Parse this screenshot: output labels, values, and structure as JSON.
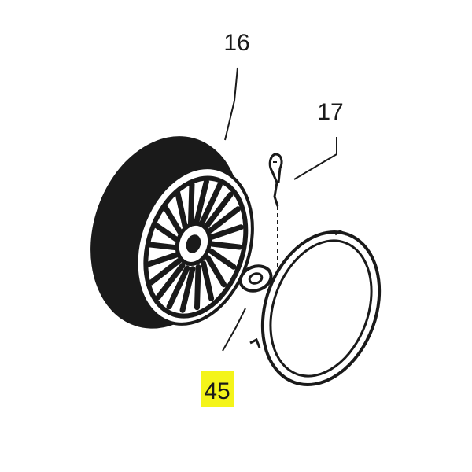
{
  "callouts": {
    "wheel": "16",
    "pin": "17",
    "washer": "45"
  },
  "colors": {
    "ink": "#1a1a1a",
    "highlight": "#f4f41a",
    "background": "#ffffff"
  }
}
